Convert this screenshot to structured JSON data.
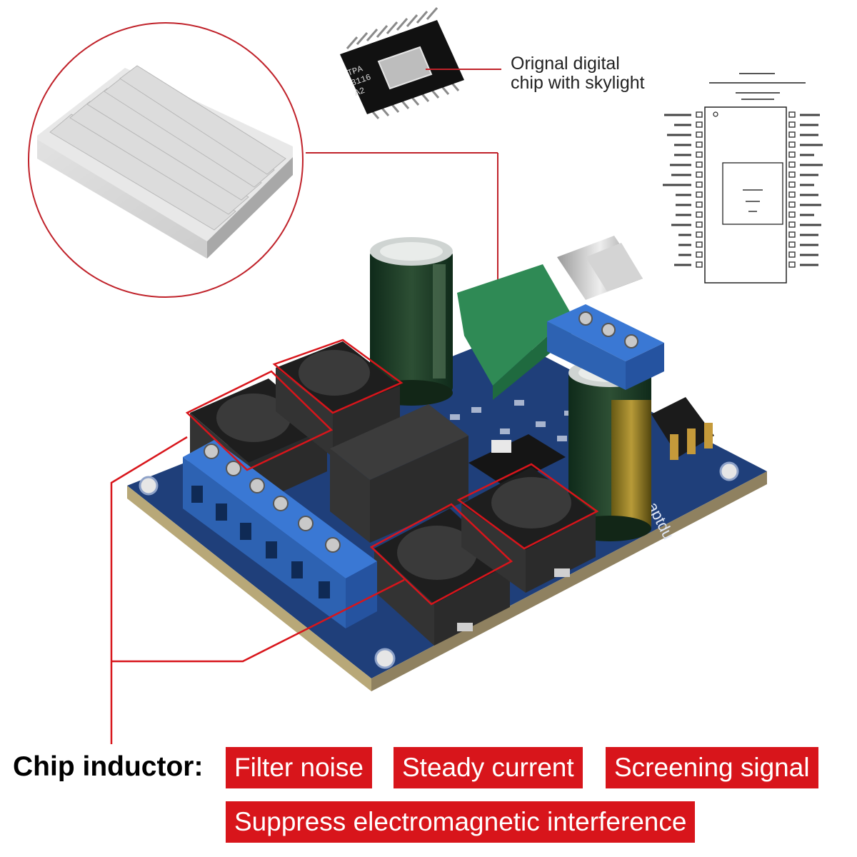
{
  "chip_caption": {
    "line1": "Orignal digital",
    "line2": "chip with skylight"
  },
  "chip_marking": {
    "line1": "TPA",
    "line2": "3116",
    "line3": "A2"
  },
  "inductor_section": {
    "title": "Chip inductor:",
    "tags": [
      "Filter noise",
      "Steady current",
      "Screening signal",
      "Suppress electromagnetic interference"
    ]
  },
  "board_marking": "aptdu",
  "colors": {
    "callout_red": "#d8151b",
    "pcb_blue": "#1f3f7a",
    "terminal_blue": "#2f6bc8",
    "capacitor_green": "#1f3a28",
    "pot_green": "#2f8a55"
  }
}
